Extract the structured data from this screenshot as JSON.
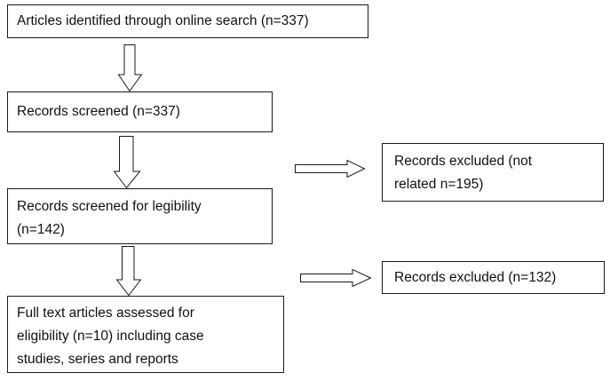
{
  "diagram": {
    "nodes": [
      {
        "id": "identified",
        "text": "Articles identified through online search (n=337)"
      },
      {
        "id": "screened",
        "text": "Records screened (n=337)"
      },
      {
        "id": "legibility",
        "text": "Records screened for legibility\n(n=142)"
      },
      {
        "id": "fulltext",
        "text": "Full text articles assessed for\neligibility (n=10) including case\nstudies, series and reports"
      },
      {
        "id": "excluded1",
        "text": "Records excluded (not\nrelated n=195)"
      },
      {
        "id": "excluded2",
        "text": "Records excluded (n=132)"
      }
    ],
    "edges": [
      {
        "from": "identified",
        "to": "screened"
      },
      {
        "from": "screened",
        "to": "legibility"
      },
      {
        "from": "legibility",
        "to": "fulltext"
      },
      {
        "from": "screened",
        "to": "excluded1"
      },
      {
        "from": "legibility",
        "to": "excluded2"
      }
    ]
  }
}
